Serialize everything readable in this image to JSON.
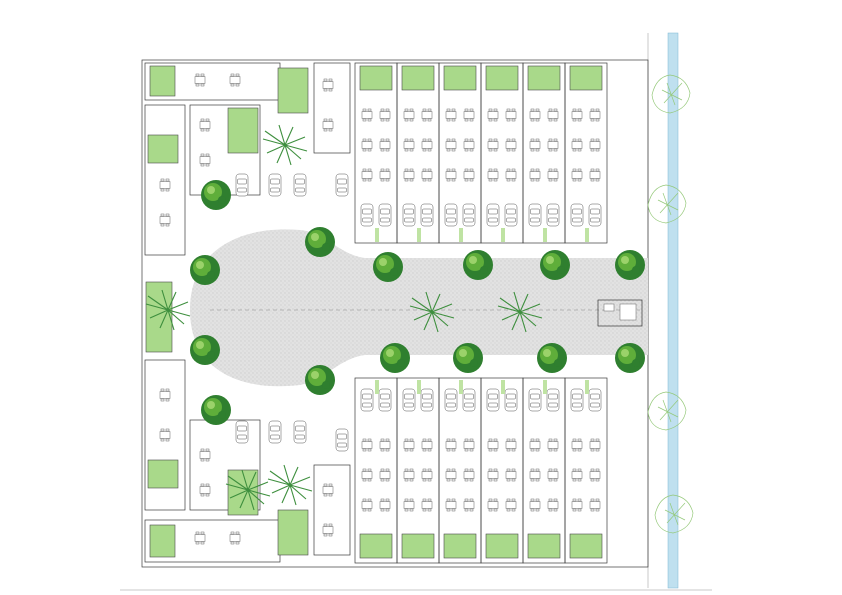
{
  "plan": {
    "colors": {
      "lawn": "#a9d98a",
      "road": "#dcdcdc",
      "tree": "#2f7f2f",
      "canal": "#bfe0ef",
      "wall": "#3a3a3a"
    },
    "top_row_units": 6,
    "bottom_row_units": 6,
    "left_block_units": 2,
    "icons": [
      "tree-icon",
      "palm-icon",
      "car-icon",
      "dining-table-icon",
      "lawn-patch"
    ]
  }
}
